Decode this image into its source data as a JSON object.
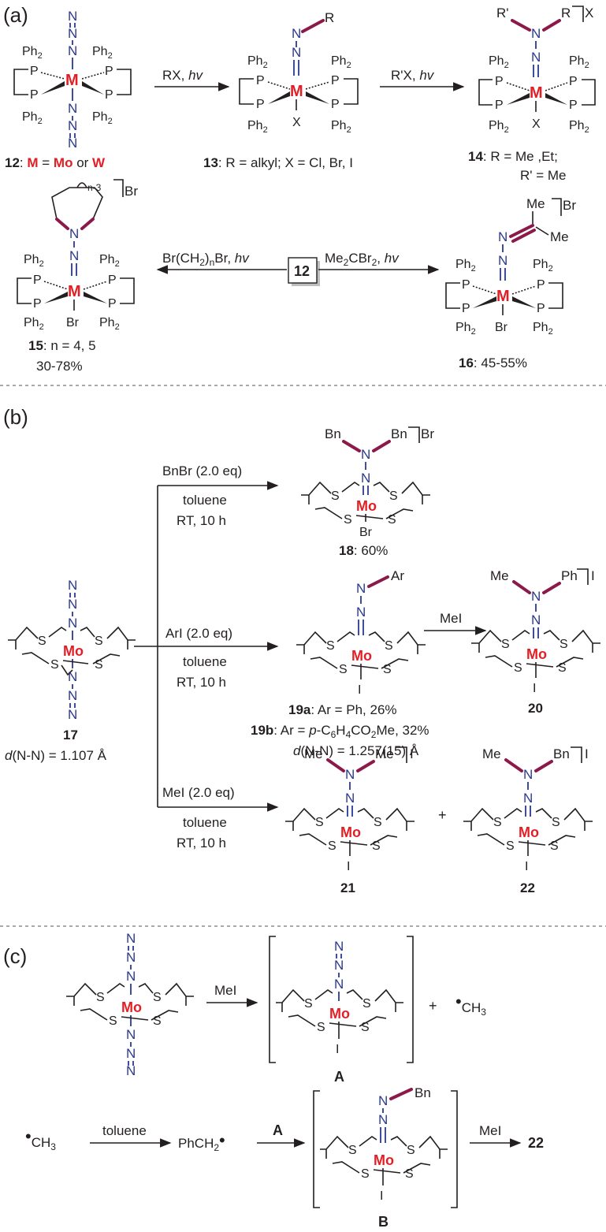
{
  "panels": {
    "a": "(a)",
    "b": "(b)",
    "c": "(c)"
  },
  "atoms": {
    "N": "N",
    "S": "S",
    "P": "P",
    "M": "M",
    "Mo": "Mo",
    "Br": "Br",
    "I": "I",
    "X": "X",
    "R": "R",
    "Ph2": "Ph",
    "sub2": "2",
    "R_prime": "R'",
    "X_plus": "X",
    "Me": "Me",
    "Ph": "Ph",
    "Bn": "Bn",
    "Ar": "Ar",
    "ring_n": "n-3"
  },
  "panel_a": {
    "c12_num": "12",
    "c12_desc": ": M = Mo or W",
    "c12_M": "M",
    "c12_eq": " = ",
    "c12_Mo": "Mo",
    "c12_or": " or ",
    "c12_W": "W",
    "arrow1": "RX, hv",
    "arrow1_reagent": "RX, ",
    "arrow1_hv": "hv",
    "c13_num": "13",
    "c13_desc": ": R = alkyl; X = Cl, Br, I",
    "arrow2_reagent": "R'X, ",
    "arrow2_hv": "hv",
    "c14_num": "14",
    "c14_desc": ": R = Me ,Et;",
    "c14_desc2": "R' = Me",
    "arrow3_reagent": "Br(CH",
    "arrow3_sub": "2",
    "arrow3_rest": ")",
    "arrow3_n": "n",
    "arrow3_br": "Br, ",
    "arrow3_hv": "hv",
    "center_label": "12",
    "arrow4_reagent": "Me",
    "arrow4_sub": "2",
    "arrow4_rest": "CBr",
    "arrow4_sub2": "2",
    "arrow4_comma": ", ",
    "arrow4_hv": "hv",
    "c15_num": "15",
    "c15_desc": ": n = 4, 5",
    "c15_yield": "30-78%",
    "c16_num": "16",
    "c16_desc": ": 45-55%"
  },
  "panel_b": {
    "r1_line1": "BnBr (2.0 eq)",
    "r2_line1": "ArI (2.0 eq)",
    "r3_line1": "MeI (2.0 eq)",
    "solvent": "toluene",
    "conditions": "RT, 10 h",
    "c18_num": "18",
    "c18_desc": ": 60%",
    "c17_num": "17",
    "c17_d": "d",
    "c17_dist": "(N-N) = 1.107 Å",
    "c19a_num": "19a",
    "c19a_desc": ": Ar = Ph, 26%",
    "c19b_num": "19b",
    "c19b_desc1": ": Ar = ",
    "c19b_p": "p",
    "c19b_desc2": "-C",
    "c19b_s1": "6",
    "c19b_desc3": "H",
    "c19b_s2": "4",
    "c19b_desc4": "CO",
    "c19b_s3": "2",
    "c19b_desc5": "Me, 32%",
    "c19_d": "d",
    "c19_dist": "(N-N) = 1.257(15) Å",
    "mei": "MeI",
    "c20_num": "20",
    "plus": "+",
    "c21_num": "21",
    "c22_num": "22"
  },
  "panel_c": {
    "mei": "MeI",
    "intA": "A",
    "plus": "+",
    "radical_ch3": "CH",
    "ch3_sub": "3",
    "toluene": "toluene",
    "benzyl": "PhCH",
    "benzyl_sub": "2",
    "dot": "•",
    "arrowA": "A",
    "intB": "B",
    "product": "22"
  }
}
